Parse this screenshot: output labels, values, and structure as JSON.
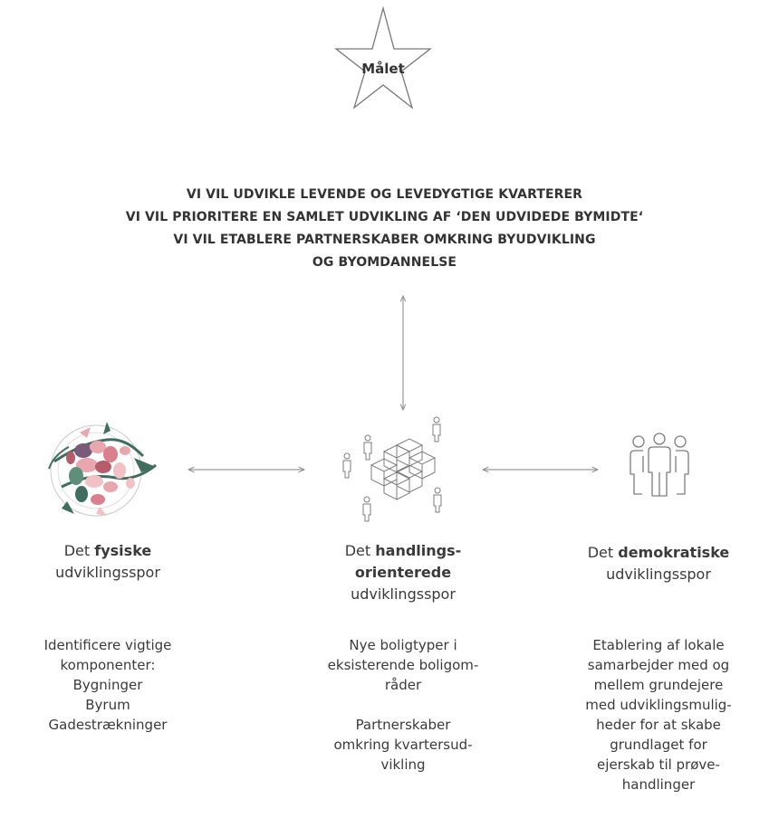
{
  "star": {
    "label": "Målet"
  },
  "goals": {
    "lines": [
      "VI VIL UDVIKLE LEVENDE OG LEVEDYGTIGE KVARTERER",
      "VI VIL PRIORITERE EN SAMLET UDVIKLING AF ‘DEN UDVIDEDE BYMIDTE‘",
      "VI VIL ETABLERE PARTNERSKABER OMKRING BYUDVIKLING",
      "OG BYOMDANNELSE"
    ]
  },
  "tracks": [
    {
      "title_prefix": "Det ",
      "title_bold": "fysiske",
      "title_suffix": "udviklingsspor",
      "icon": "city-map-icon",
      "paragraphs": [
        [
          "Identificere vigtige",
          "komponenter:",
          "Bygninger",
          "Byrum",
          "Gadestrækninger"
        ]
      ]
    },
    {
      "title_prefix": "Det ",
      "title_bold_1": "handlings-",
      "title_bold_2": "orienterede",
      "title_suffix": "udviklingsspor",
      "icon": "cubes-people-icon",
      "paragraphs": [
        [
          "Nye boligtyper i",
          "eksisterende boligom-",
          "råder"
        ],
        [
          "Partnerskaber",
          "omkring kvartersud-",
          "vikling"
        ]
      ]
    },
    {
      "title_prefix": "Det ",
      "title_bold": "demokratiske",
      "title_suffix": "udviklingsspor",
      "icon": "group-people-icon",
      "paragraphs": [
        [
          "Etablering af lokale",
          "samarbejder med og",
          "mellem grundejere",
          "med udviklingsmulig-",
          "heder for at skabe",
          "grundlaget for",
          "ejerskab til prøve-",
          "handlinger"
        ]
      ]
    }
  ],
  "colors": {
    "text": "#333333",
    "line": "#9a9a9a",
    "map_green": "#3f6e5e",
    "map_pink": "#e8a6ad",
    "map_purple": "#7a5a7a"
  }
}
